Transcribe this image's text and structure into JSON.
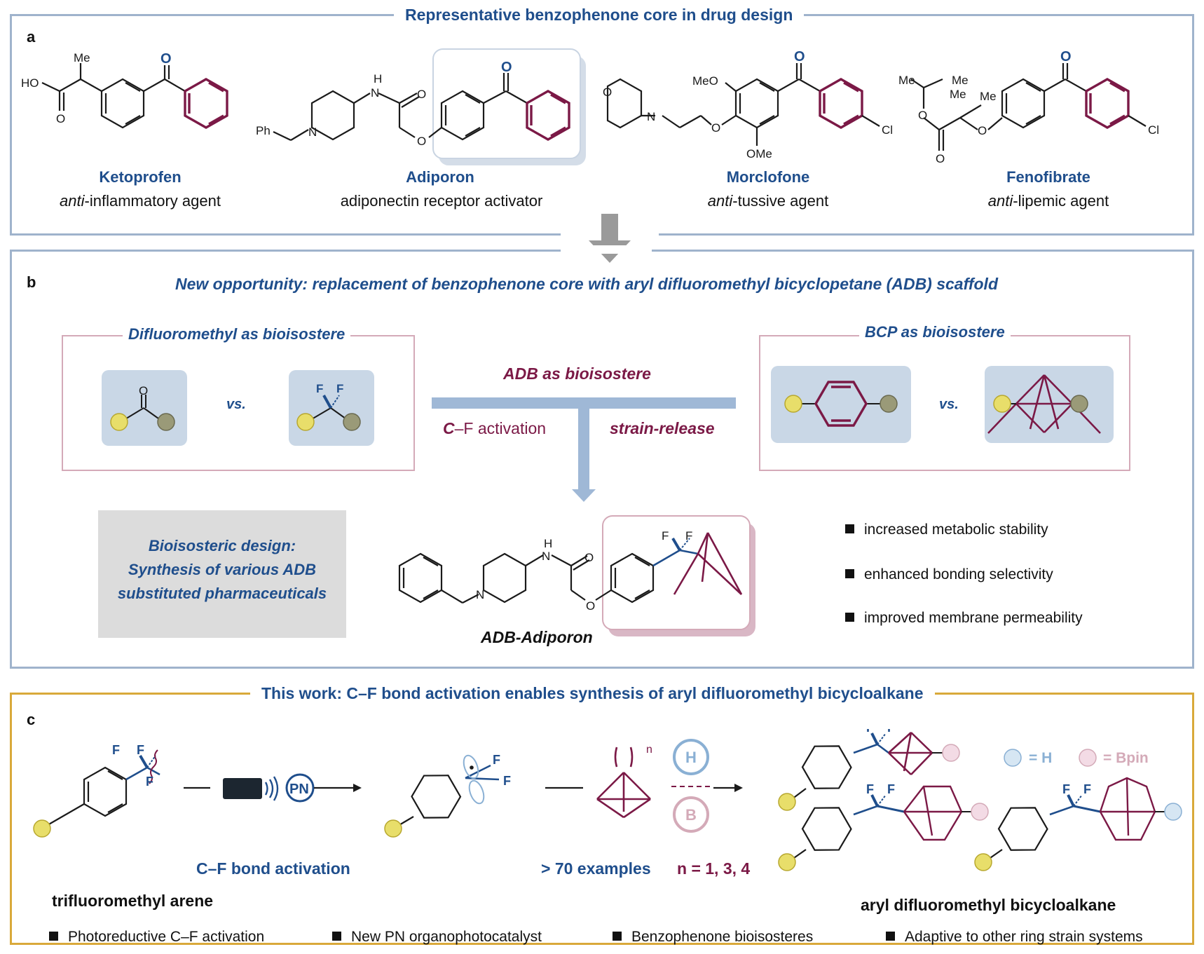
{
  "panel_a": {
    "label": "a",
    "title": "Representative benzophenone core in drug design",
    "drugs": [
      {
        "name": "Ketoprofen",
        "desc_italic": "anti",
        "desc_rest": "-inflammatory agent"
      },
      {
        "name": "Adiporon",
        "desc_italic": "",
        "desc_rest": "adiponectin receptor activator"
      },
      {
        "name": "Morclofone",
        "desc_italic": "anti",
        "desc_rest": "-tussive agent"
      },
      {
        "name": "Fenofibrate",
        "desc_italic": "anti",
        "desc_rest": "-lipemic agent"
      }
    ],
    "atoms": {
      "me": "Me",
      "ho": "HO",
      "o": "O",
      "h": "H",
      "n": "N",
      "ph": "Ph",
      "meo": "MeO",
      "ome": "OMe",
      "cl": "Cl"
    }
  },
  "panel_b": {
    "label": "b",
    "title": "New opportunity: replacement of benzophenone core with aryl difluoromethyl bicyclopetane (ADB) scaffold",
    "left_box_title": "Difluoromethyl as bioisostere",
    "right_box_title": "BCP as bioisostere",
    "vs": "vs.",
    "center_title": "ADB as bioisostere",
    "cf_activation_c": "C",
    "cf_activation_rest": "–F activation",
    "strain_release": "strain-release",
    "design_lines": [
      "Bioisosteric design:",
      "Synthesis of various ADB",
      "substituted pharmaceuticals"
    ],
    "product_name": "ADB-Adiporon",
    "benefits": [
      "increased metabolic stability",
      "enhanced bonding selectivity",
      "improved membrane permeability"
    ],
    "atoms": {
      "o": "O",
      "f": "F",
      "h": "H",
      "n": "N"
    }
  },
  "panel_c": {
    "label": "c",
    "title": "This work: C–F bond activation enables synthesis of aryl difluoromethyl bicycloalkane",
    "cf_bond_activation": "C–F bond activation",
    "start_name": "trifluoromethyl arene",
    "examples": "> 70 examples",
    "n_values": "n = 1, 3, 4",
    "product_name": "aryl difluoromethyl bicycloalkane",
    "legend_h": "= H",
    "legend_bpin": "= Bpin",
    "pn": "PN",
    "h_circle": "H",
    "b_circle": "B",
    "paren_n": "n",
    "bullets": [
      "Photoreductive C–F activation",
      "New PN organophotocatalyst",
      "Benzophenone bioisosteres",
      "Adaptive to other ring strain systems"
    ],
    "atoms": {
      "f": "F"
    }
  },
  "colors": {
    "blue": "#1f4e8c",
    "maroon": "#7b1946",
    "panel_border": "#9fb3cc",
    "panel_c_border": "#d9a93a",
    "tile": "#c9d7e6"
  }
}
